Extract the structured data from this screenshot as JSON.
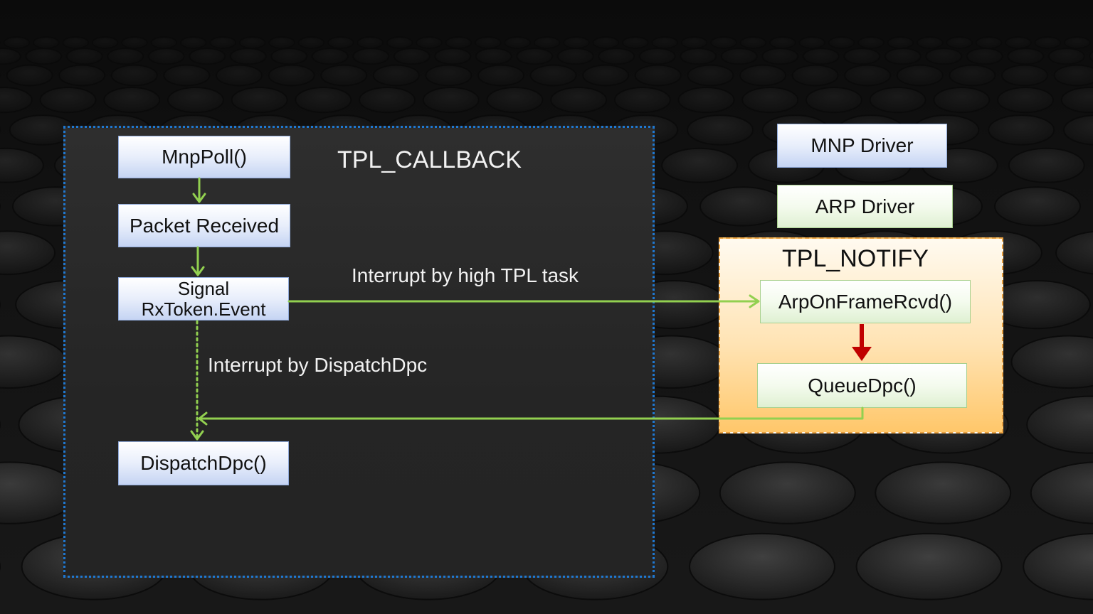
{
  "regions": {
    "callback_title": "TPL_CALLBACK",
    "notify_title": "TPL_NOTIFY"
  },
  "boxes": {
    "mnp_poll": "MnpPoll()",
    "packet_received": "Packet Received",
    "signal_line1": "Signal",
    "signal_line2": "RxToken.Event",
    "dispatch_dpc": "DispatchDpc()",
    "mnp_driver": "MNP Driver",
    "arp_driver": "ARP Driver",
    "arp_on_frame": "ArpOnFrameRcvd()",
    "queue_dpc": "QueueDpc()"
  },
  "edge_labels": {
    "high_tpl": "Interrupt by high TPL task",
    "dispatch": "Interrupt by DispatchDpc"
  },
  "colors": {
    "flow_arrow": "#92d050",
    "queue_arrow": "#c00000",
    "callback_border": "#1f78d1"
  }
}
